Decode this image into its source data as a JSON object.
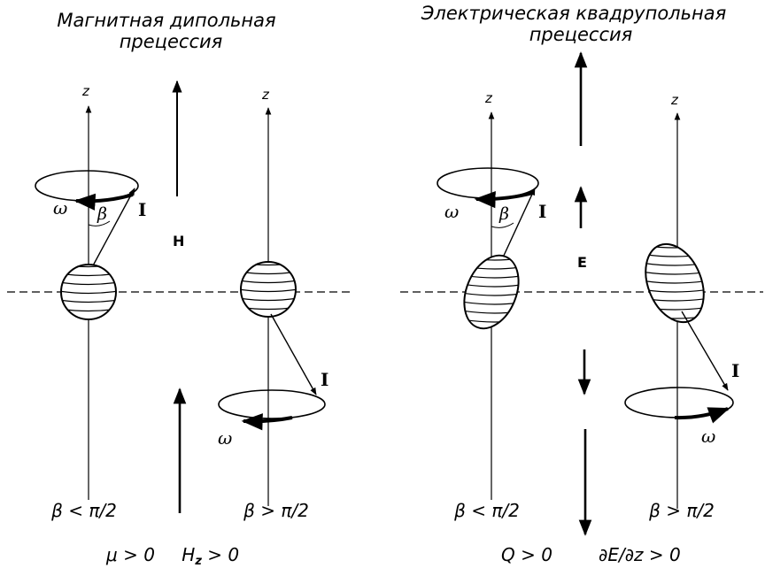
{
  "left_panel": {
    "title_line1": "Магнитная дипольная",
    "title_line2": "прецессия",
    "axis_label_1": "z",
    "axis_label_2": "z",
    "field_label": "H",
    "omega_1": "ω",
    "omega_2": "ω",
    "beta_label": "β",
    "spin_label_1": "I",
    "spin_label_2": "I",
    "condition_1": "β < π/2",
    "condition_2": "β > π/2",
    "bottom_mu": "μ > 0",
    "bottom_h": "H",
    "bottom_h_sub": "z",
    "bottom_h_rest": " > 0"
  },
  "right_panel": {
    "title_line1": "Электрическая квадрупольная",
    "title_line2": "прецессия",
    "axis_label_1": "z",
    "axis_label_2": "z",
    "field_label": "E",
    "omega_1": "ω",
    "omega_2": "ω",
    "beta_label": "β",
    "spin_label_1": "I",
    "spin_label_2": "I",
    "condition_1": "β < π/2",
    "condition_2": "β > π/2",
    "bottom_q": "Q > 0",
    "bottom_grad": "∂E/∂z > 0"
  }
}
